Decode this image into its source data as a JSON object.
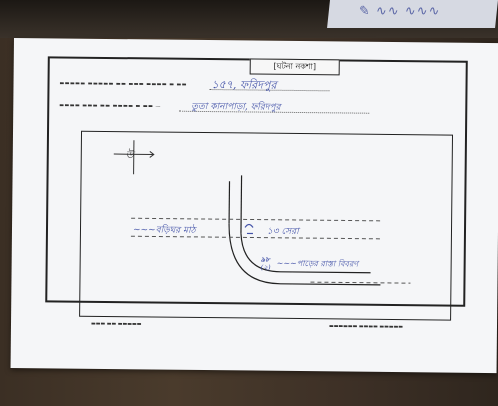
{
  "form": {
    "title": "[ঘটনা নকশা]",
    "field1_value": "১৫৭, ফরিদপুর",
    "field2_value": "তুতা কানাপাড়া, ফরিদপুর",
    "compass_north": "উ",
    "diagram_label_left": "~~~বড়িঘর মাঠ",
    "diagram_label_right": "১৩ সেরা",
    "diagram_note_num": "৯৮",
    "diagram_note_sub": "(২)",
    "diagram_note_text": "~~~পাড়ের রাস্তা বিবরণ"
  },
  "colors": {
    "ink": "#4453a8",
    "paper": "#f5f6f8",
    "wood": "#3b2f24"
  }
}
